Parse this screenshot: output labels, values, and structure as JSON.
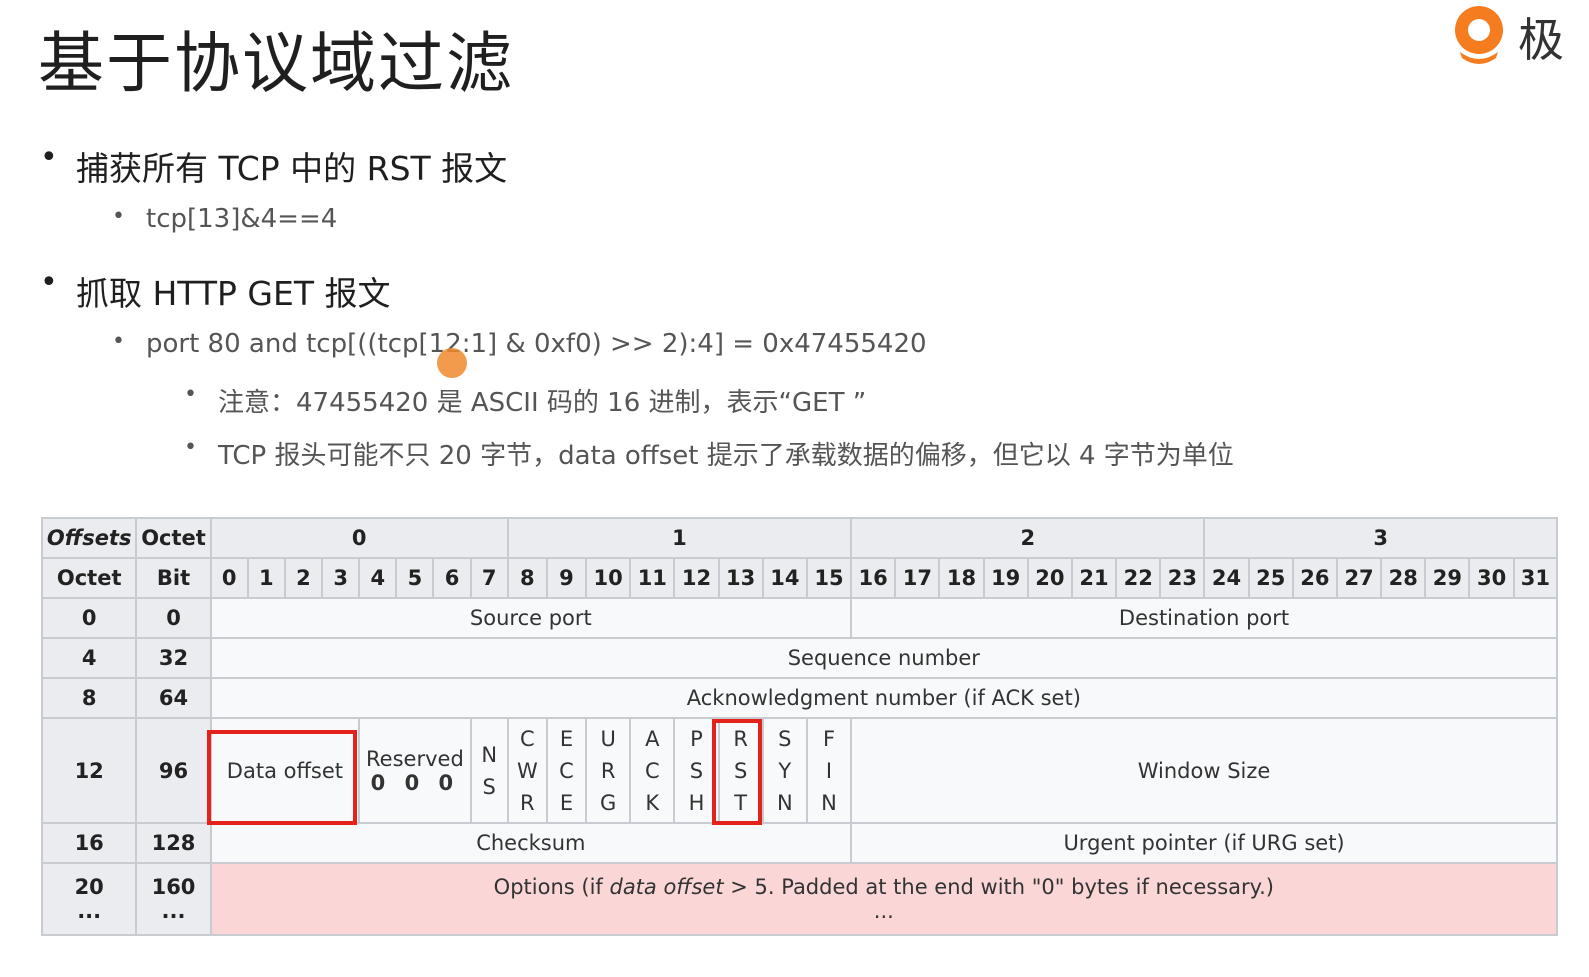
{
  "slide": {
    "title": "基于协议域过滤",
    "logo_text": "极",
    "colors": {
      "highlight": "#e3231b",
      "options_bg": "#fbd6d6",
      "header_bg": "#eaecf0",
      "logo": "#f57c1f"
    }
  },
  "bullets": {
    "b1": "捕获所有 TCP 中的 RST 报文",
    "b1_sub": "tcp[13]&4==4",
    "b2": "抓取 HTTP GET 报文",
    "b2_sub": "port 80 and tcp[((tcp[12:1] & 0xf0) >> 2):4] = 0x47455420",
    "note1": "注意：47455420 是 ASCII 码的 16 进制，表示“GET ”",
    "note2": "TCP 报头可能不只 20 字节，data offset 提示了承载数据的偏移，但它以 4 字节为单位"
  },
  "table": {
    "h_offsets": "Offsets",
    "h_octet": "Octet",
    "h_octet2": "Octet",
    "h_bit": "Bit",
    "octets": [
      "0",
      "1",
      "2",
      "3"
    ],
    "bits": [
      "0",
      "1",
      "2",
      "3",
      "4",
      "5",
      "6",
      "7",
      "8",
      "9",
      "10",
      "11",
      "12",
      "13",
      "14",
      "15",
      "16",
      "17",
      "18",
      "19",
      "20",
      "21",
      "22",
      "23",
      "24",
      "25",
      "26",
      "27",
      "28",
      "29",
      "30",
      "31"
    ],
    "rows": [
      {
        "octet": "0",
        "bit": "0"
      },
      {
        "octet": "4",
        "bit": "32"
      },
      {
        "octet": "8",
        "bit": "64"
      },
      {
        "octet": "12",
        "bit": "96"
      },
      {
        "octet": "16",
        "bit": "128"
      },
      {
        "octet": "20",
        "bit": "160"
      }
    ],
    "ellipsis": "...",
    "source_port": "Source port",
    "dest_port": "Destination port",
    "seq": "Sequence number",
    "ack": "Acknowledgment number (if ACK set)",
    "data_offset": "Data offset",
    "reserved": "Reserved",
    "reserved_bits": "0 0 0",
    "flags": [
      [
        "N",
        "S"
      ],
      [
        "C",
        "W",
        "R"
      ],
      [
        "E",
        "C",
        "E"
      ],
      [
        "U",
        "R",
        "G"
      ],
      [
        "A",
        "C",
        "K"
      ],
      [
        "P",
        "S",
        "H"
      ],
      [
        "R",
        "S",
        "T"
      ],
      [
        "S",
        "Y",
        "N"
      ],
      [
        "F",
        "I",
        "N"
      ]
    ],
    "window": "Window Size",
    "checksum": "Checksum",
    "urgent": "Urgent pointer (if URG set)",
    "options_a": "Options (if ",
    "options_em": "data offset",
    "options_b": " > 5. Padded at the end with \"0\" bytes if necessary.)",
    "options_more": "..."
  }
}
